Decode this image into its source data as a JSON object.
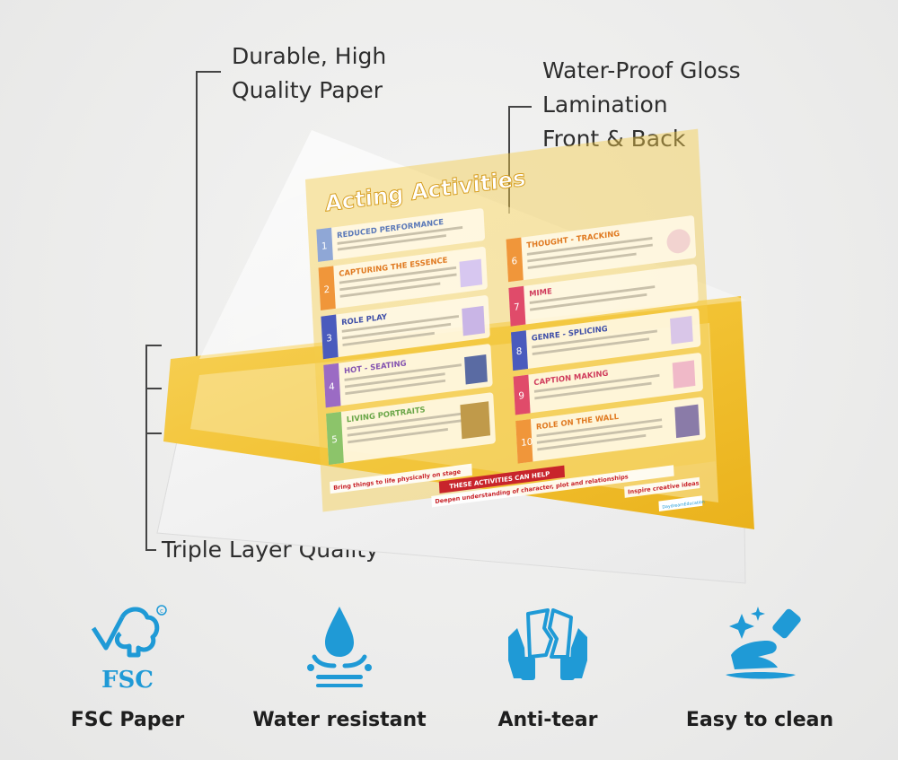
{
  "callouts": {
    "paper_line1": "Durable, High",
    "paper_line2": "Quality Paper",
    "lamination_line1": "Water-Proof Gloss",
    "lamination_line2": "Lamination",
    "lamination_line3": "Front & Back",
    "triple": "Triple Layer Quality"
  },
  "poster": {
    "title": "Acting Activities",
    "left_items": [
      {
        "num": "1",
        "heading": "REDUCED PERFORMANCE"
      },
      {
        "num": "2",
        "heading": "CAPTURING THE ESSENCE"
      },
      {
        "num": "3",
        "heading": "ROLE PLAY"
      },
      {
        "num": "4",
        "heading": "HOT - SEATING"
      },
      {
        "num": "5",
        "heading": "LIVING PORTRAITS"
      }
    ],
    "right_items": [
      {
        "num": "6",
        "heading": "THOUGHT - TRACKING"
      },
      {
        "num": "7",
        "heading": "MIME"
      },
      {
        "num": "8",
        "heading": "GENRE - SPLICING"
      },
      {
        "num": "9",
        "heading": "CAPTION MAKING"
      },
      {
        "num": "10",
        "heading": "ROLE ON THE WALL"
      }
    ],
    "help_banner": "THESE ACTIVITIES CAN HELP",
    "bullets": [
      "Bring things to life physically on stage",
      "Deepen understanding of character, plot and relationships",
      "Inspire creative ideas"
    ],
    "brand": "DaydreamEducation"
  },
  "features": [
    {
      "label": "FSC Paper",
      "icon": "fsc-icon",
      "mark": "FSC"
    },
    {
      "label": "Water resistant",
      "icon": "water-drop-icon"
    },
    {
      "label": "Anti-tear",
      "icon": "anti-tear-icon"
    },
    {
      "label": "Easy to clean",
      "icon": "easy-clean-icon"
    }
  ],
  "colors": {
    "accent_blue": "#1f9ad6",
    "poster_yellow": "#f1c02a",
    "poster_red": "#c8242b"
  }
}
